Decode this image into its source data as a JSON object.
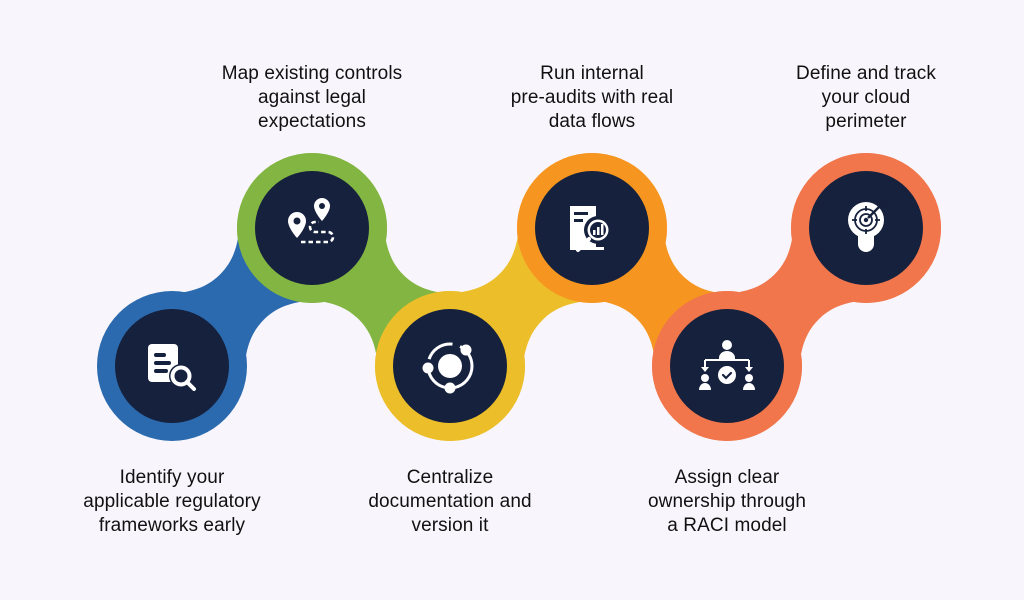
{
  "colors": {
    "background": "#f8f6fc",
    "icon_disc": "#16213d",
    "icon_glyph": "#ffffff",
    "text": "#111111"
  },
  "steps": [
    {
      "id": 1,
      "position": "bottom",
      "color": "#2b6aae",
      "icon": "document-search-icon",
      "label_lines": [
        "Identify your",
        "applicable regulatory",
        "frameworks early"
      ]
    },
    {
      "id": 2,
      "position": "top",
      "color": "#82b541",
      "icon": "map-route-pins-icon",
      "label_lines": [
        "Map existing controls",
        "against legal",
        "expectations"
      ]
    },
    {
      "id": 3,
      "position": "bottom",
      "color": "#ecbf2a",
      "icon": "orbit-hub-icon",
      "label_lines": [
        "Centralize",
        "documentation and",
        "version it"
      ]
    },
    {
      "id": 4,
      "position": "top",
      "color": "#f69620",
      "icon": "report-analytics-search-icon",
      "label_lines": [
        "Run internal",
        "pre-audits with real",
        "data flows"
      ]
    },
    {
      "id": 5,
      "position": "bottom",
      "color": "#f1764c",
      "icon": "team-hierarchy-approval-icon",
      "label_lines": [
        "Assign clear",
        "ownership through",
        "a RACI model"
      ]
    },
    {
      "id": 6,
      "position": "top",
      "color": "#f1764c",
      "icon": "lightbulb-target-icon",
      "label_lines": [
        "Define and track",
        "your cloud",
        "perimeter"
      ]
    }
  ]
}
